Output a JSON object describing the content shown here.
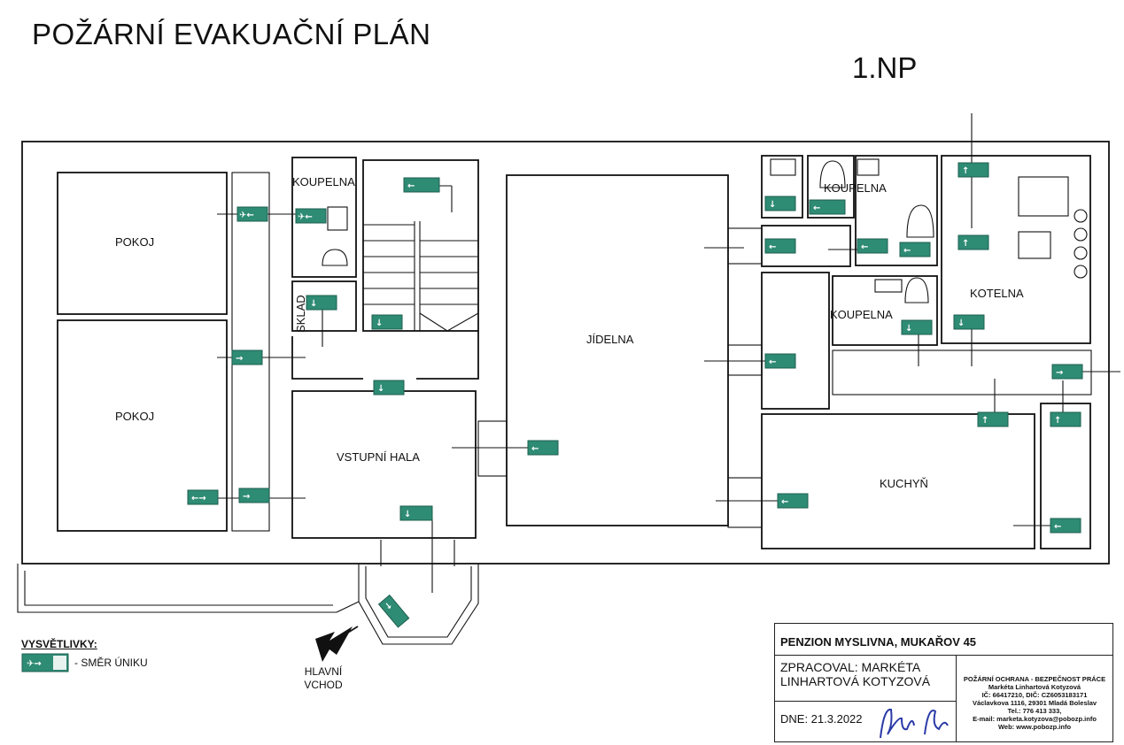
{
  "header": {
    "title": "POŽÁRNÍ EVAKUAČNÍ PLÁN",
    "floor": "1.NP"
  },
  "rooms": {
    "pokoj_top": "POKOJ",
    "pokoj_bottom": "POKOJ",
    "koupelna_left": "KOUPELNA",
    "sklad": "SKLAD",
    "vstupni_hala": "VSTUPNÍ HALA",
    "jidelna": "JÍDELNA",
    "koupelna_right_top": "KOUPELNA",
    "koupelna_right_bottom": "KOUPELNA",
    "kotelna": "KOTELNA",
    "kuchyn": "KUCHYŇ"
  },
  "legend": {
    "title": "VYSVĚTLIVKY:",
    "text": "- SMĚR ÚNIKU"
  },
  "entrance": {
    "line1": "HLAVNÍ",
    "line2": "VCHOD"
  },
  "title_block": {
    "name": "PENZION MYSLIVNA, MUKAŘOV 45",
    "author_line1": "ZPRACOVAL: MARKÉTA",
    "author_line2": "LINHARTOVÁ KOTYZOVÁ",
    "date": "DNE: 21.3.2022",
    "company": "POŽÁRNÍ OCHRANA - BEZPEČNOST PRÁCE",
    "company_person": "Markéta Linhartová Kotyzová",
    "company_ids": "IČ: 66417210, DIČ: CZ6053183171",
    "company_address": "Václavkova 1116, 29301 Mladá Boleslav",
    "company_tel": "Tel.: 776 413 333,",
    "company_email": "E-mail: marketa.kotyzova@pobozp.info",
    "company_web": "Web: www.pobozp.info"
  },
  "colors": {
    "exit_sign": "#2e8b74",
    "ink": "#111111"
  },
  "icons": [
    "exit-sign-icon",
    "entrance-arrow-icon",
    "toilet-icon",
    "bathtub-icon",
    "boiler-icon"
  ]
}
